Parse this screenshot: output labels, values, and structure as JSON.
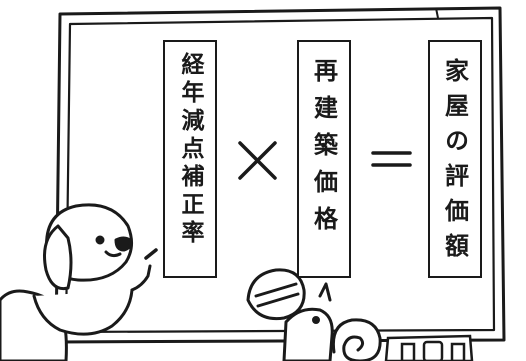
{
  "diagram": {
    "term_1": "経年減点補正率",
    "operator_multiply": "×",
    "term_2": "再建築価格",
    "operator_equals": "=",
    "result": "家屋の評価額"
  },
  "colors": {
    "ink": "#1a1a1a",
    "paper": "#ffffff"
  },
  "icons": [
    "whiteboard",
    "dog-character",
    "squirrel-character"
  ]
}
